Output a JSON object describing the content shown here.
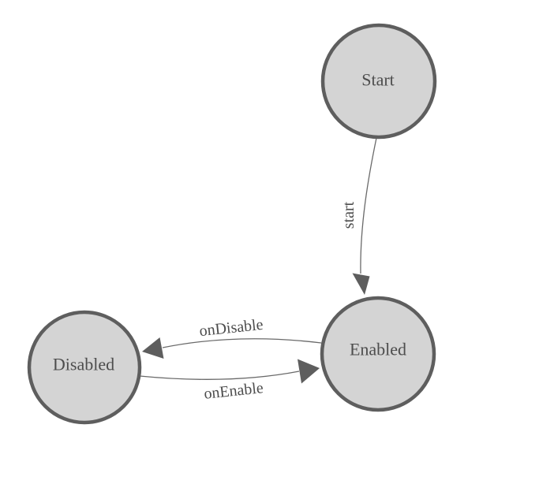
{
  "diagram": {
    "type": "state-machine",
    "colors": {
      "page_bg": "#ffffff",
      "node_fill": "#d4d4d4",
      "node_border": "#5e5e5e",
      "label_text": "#4d4d4d",
      "edge_line": "#6a6a6a",
      "arrowhead": "#5e5e5e"
    },
    "nodes": [
      {
        "id": "start",
        "label": "Start"
      },
      {
        "id": "enabled",
        "label": "Enabled"
      },
      {
        "id": "disabled",
        "label": "Disabled"
      }
    ],
    "edges": [
      {
        "from": "Start",
        "to": "Enabled",
        "label": "start"
      },
      {
        "from": "Enabled",
        "to": "Disabled",
        "label": "onDisable"
      },
      {
        "from": "Disabled",
        "to": "Enabled",
        "label": "onEnable"
      }
    ]
  }
}
